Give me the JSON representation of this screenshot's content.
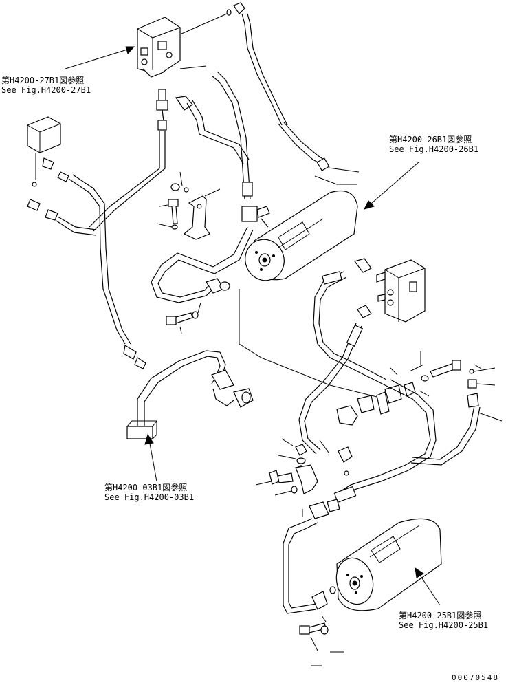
{
  "callouts": {
    "top_left_jp": "第H4200-27B1図参照",
    "top_left_en": "See Fig.H4200-27B1",
    "top_right_jp": "第H4200-26B1図参照",
    "top_right_en": "See Fig.H4200-26B1",
    "mid_left_jp": "第H4200-03B1図参照",
    "mid_left_en": "See Fig.H4200-03B1",
    "bottom_right_jp": "第H4200-25B1図参照",
    "bottom_right_en": "See Fig.H4200-25B1"
  },
  "drawing_number": "00070548",
  "icons": [
    "valve-block-icon",
    "accumulator-tank-icon",
    "hose-icon",
    "bolt-icon",
    "bracket-icon",
    "elbow-fitting-icon",
    "o-ring-icon"
  ]
}
